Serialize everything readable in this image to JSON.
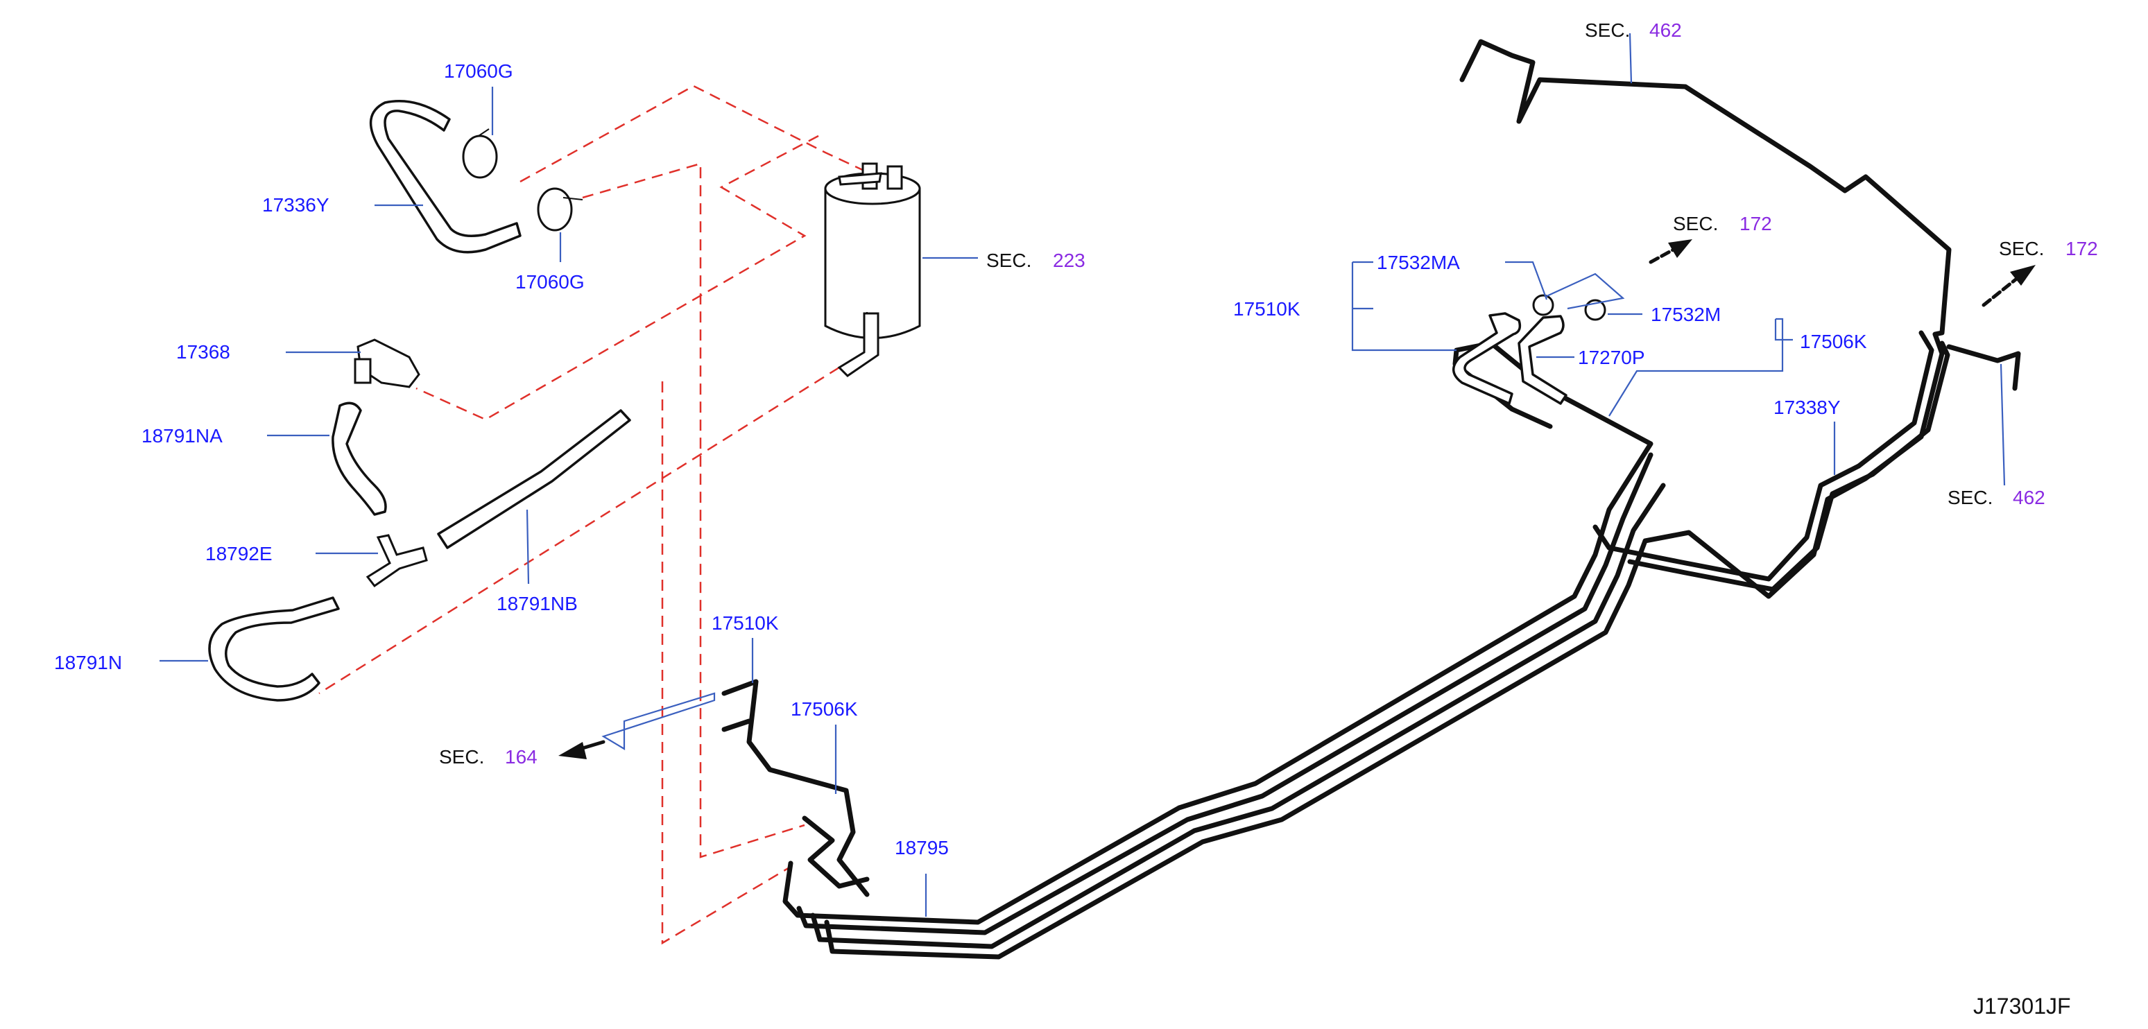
{
  "diagram": {
    "id": "J17301JF",
    "parts": {
      "p17060g_top": "17060G",
      "p17060g_bottom": "17060G",
      "p17336y": "17336Y",
      "p17368": "17368",
      "p18791na": "18791NA",
      "p18792e": "18792E",
      "p18791nb": "18791NB",
      "p18791n": "18791N",
      "p17510k_left": "17510K",
      "p17506k_left": "17506K",
      "p18795": "18795",
      "p17532ma": "17532MA",
      "p17510k_right": "17510K",
      "p17532m": "17532M",
      "p17270p": "17270P",
      "p17506k_right": "17506K",
      "p17338y": "17338Y"
    },
    "sections": {
      "sec_prefix": "SEC.",
      "s223": "223",
      "s164": "164",
      "s462_top": "462",
      "s172_mid": "172",
      "s172_right": "172",
      "s462_right": "462"
    },
    "colors": {
      "part_label": "#1a1aff",
      "section_number": "#8a2be2",
      "dashed_line": "#e0302a",
      "leader": "#3a5fbf"
    }
  }
}
